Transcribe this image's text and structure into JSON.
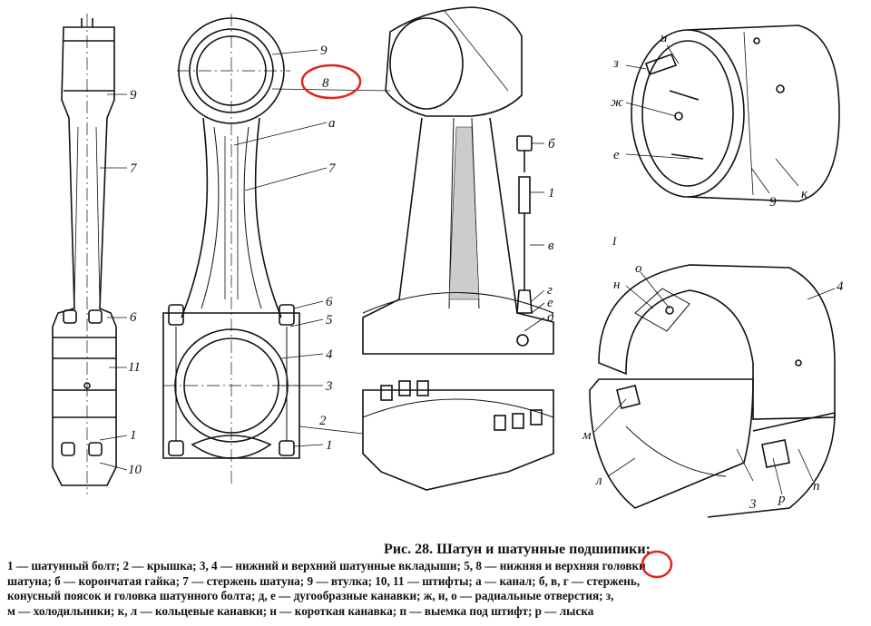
{
  "figure": {
    "labels": {
      "a_9": "9",
      "a_7": "7",
      "a_6": "6",
      "a_11": "11",
      "a_1": "1",
      "a_10": "10",
      "b_9": "9",
      "b_8": "8",
      "b_a": "а",
      "b_7": "7",
      "b_6": "6",
      "b_5": "5",
      "b_4": "4",
      "b_3": "3",
      "b_2": "2",
      "b_1": "1",
      "c_b": "б",
      "c_1": "1",
      "c_v": "в",
      "c_g": "г",
      "c_e": "е",
      "c_d": "д",
      "d_i": "и",
      "d_z": "з",
      "d_zh": "ж",
      "d_e": "е",
      "d_9": "9",
      "d_k": "к",
      "e_n": "н",
      "e_o": "о",
      "e_4": "4",
      "e_m": "м",
      "e_l": "л",
      "e_3": "3",
      "e_r": "р",
      "e_p": "п",
      "separator": "I"
    }
  },
  "caption": {
    "title": "Рис. 28. Шатун и шатунные подшипики:",
    "lines": [
      "1 — шатунный болт; 2 — крышка; 3, 4 — нижний и верхний шатунные вкладыши; 5, 8 — нижняя и верхняя головки",
      "шатуна; б — корончатая гайка; 7 — стержень шатуна; 9 — втулка; 10, 11 — штифты; а — канал; б, в, г — стержень,",
      "конусный поясок и головка шатунного болта; д, е — дугообразные канавки; ж, и, о — радиальные отверстия; з,",
      "м — холодильники; к, л — кольцевые канавки; н — короткая канавка; п — выемка под штифт; р — лыска"
    ]
  },
  "annotations": {
    "color": "#e0251b"
  }
}
